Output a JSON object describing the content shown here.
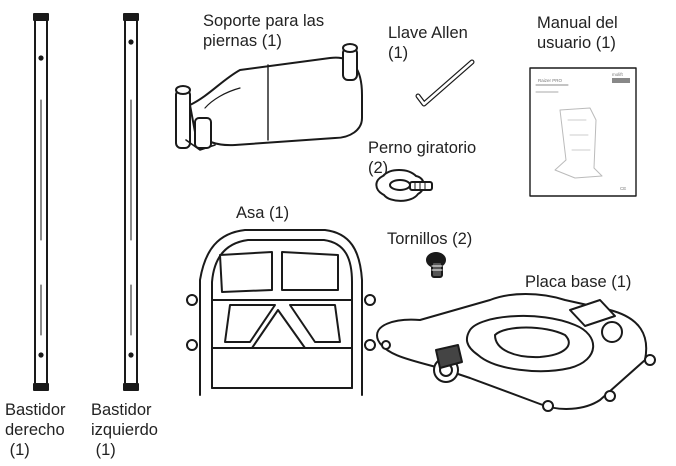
{
  "parts": [
    {
      "id": "frame-right",
      "label_lines": [
        "Bastidor",
        "derecho",
        " (1)"
      ]
    },
    {
      "id": "frame-left",
      "label_lines": [
        "Bastidor",
        "izquierdo",
        " (1)"
      ]
    },
    {
      "id": "leg-support",
      "label_lines": [
        "Soporte para las",
        "piernas (1)"
      ]
    },
    {
      "id": "allen-key",
      "label_lines": [
        "Llave Allen",
        "(1)"
      ]
    },
    {
      "id": "user-manual",
      "label_lines": [
        "Manual del",
        "usuario (1)"
      ]
    },
    {
      "id": "pivot-bolt",
      "label_lines": [
        "Perno giratorio",
        "(2)"
      ]
    },
    {
      "id": "handle",
      "label_lines": [
        "Asa (1)"
      ]
    },
    {
      "id": "screws",
      "label_lines": [
        "Tornillos (2)"
      ]
    },
    {
      "id": "base-plate",
      "label_lines": [
        "Placa base (1)"
      ]
    }
  ],
  "manual_cover": {
    "title": "Raizer PRO",
    "brand": "molift",
    "mark": "CE"
  }
}
